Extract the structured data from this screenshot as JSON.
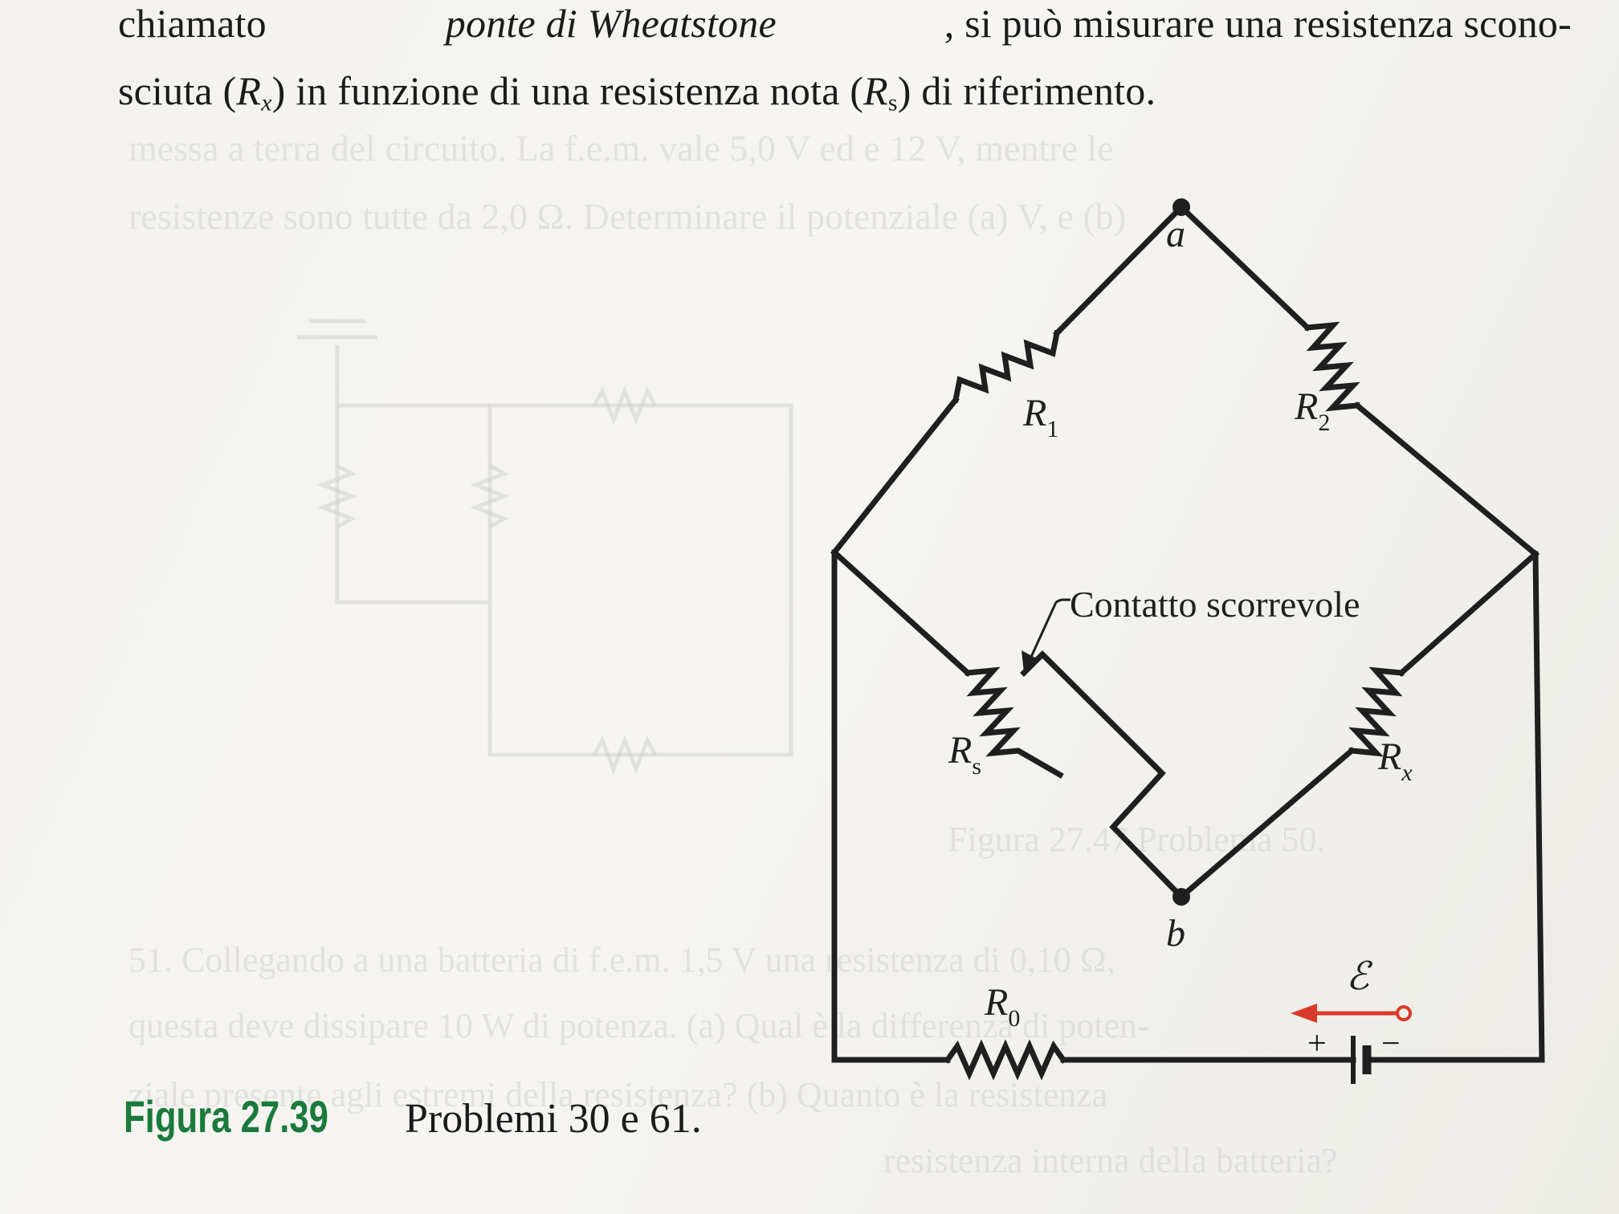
{
  "text": {
    "line1": [
      "chiamato",
      "ponte di Wheatstone",
      ", si può misurare una resistenza scono-"
    ],
    "line2": [
      "sciuta (",
      "R",
      "x",
      ") in funzione di una resistenza nota (",
      "R",
      "s",
      ") di riferimento."
    ]
  },
  "diagram": {
    "node_a": "a",
    "node_b": "b",
    "r1": {
      "main": "R",
      "sub": "1"
    },
    "r2": {
      "main": "R",
      "sub": "2"
    },
    "rs": {
      "main": "R",
      "sub": "s"
    },
    "rx": {
      "main": "R",
      "sub": "x"
    },
    "r0": {
      "main": "R",
      "sub": "0"
    },
    "emf": "ℰ",
    "plus": "+",
    "minus": "−",
    "slider_label": "Contatto scorrevole"
  },
  "colors": {
    "caption_accent": "#1a7a3c",
    "current_arrow": "#d93a2a"
  },
  "caption": {
    "number": "Figura 27.39",
    "text": "Problemi 30 e 61."
  }
}
